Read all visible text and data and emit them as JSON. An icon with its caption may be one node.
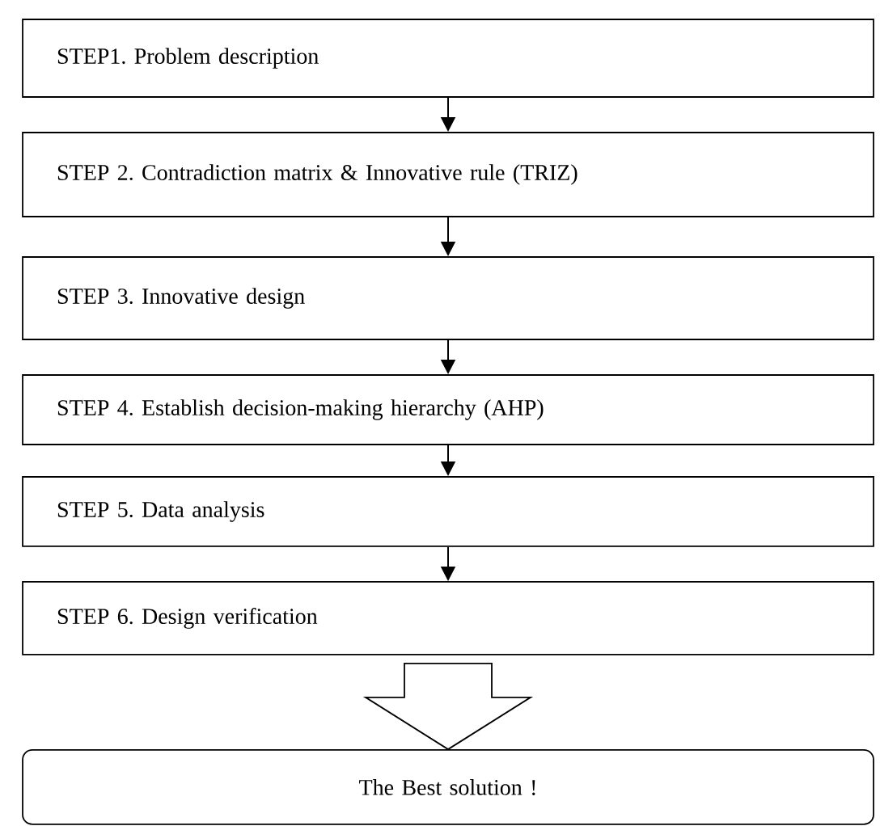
{
  "diagram": {
    "nodes": [
      {
        "text": [
          "STEP1. Problem description"
        ]
      },
      {
        "text": [
          "STEP 2. Contradiction matrix & Innovative rule (TRIZ)"
        ]
      },
      {
        "text": [
          "STEP 3. Innovative design"
        ]
      },
      {
        "text": [
          "STEP 4. Establish decision-making hierarchy (AHP)"
        ]
      },
      {
        "text": [
          "STEP 5. Data analysis"
        ]
      },
      {
        "text": [
          "STEP 6. Design verification"
        ]
      },
      {
        "text": [
          "The Best solution !"
        ]
      }
    ],
    "edges": [
      {
        "from": 0,
        "to": 1,
        "arrow": "to"
      },
      {
        "from": 1,
        "to": 2,
        "arrow": "to"
      },
      {
        "from": 2,
        "to": 3,
        "arrow": "to"
      },
      {
        "from": 3,
        "to": 4,
        "arrow": "to"
      },
      {
        "from": 4,
        "to": 5,
        "arrow": "to"
      },
      {
        "from": 5,
        "to": 6,
        "arrow": "to",
        "style": "thick"
      }
    ]
  }
}
